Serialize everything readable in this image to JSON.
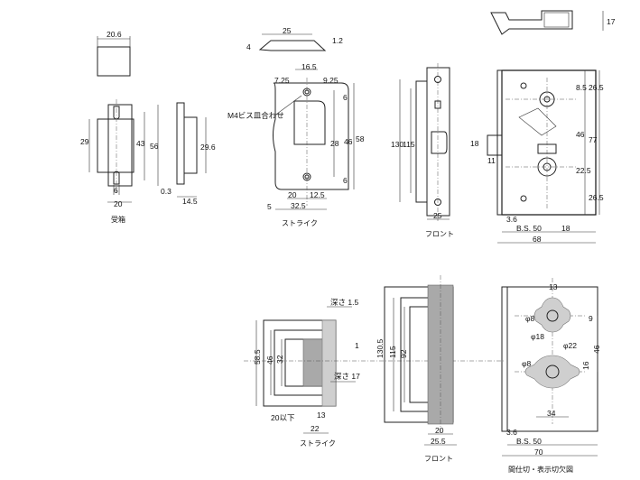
{
  "captions": {
    "strike_box": "受箱",
    "strike_top": "ストライク",
    "front_top": "フロント",
    "strike_bottom": "ストライク",
    "front_bottom": "フロント",
    "cutout": "間仕切・表示切欠図"
  },
  "notes": {
    "screw": "M4ビス皿合わせ",
    "depth_a": "深さ 1.5",
    "depth_b": "深さ 17",
    "max_20": "20以下"
  },
  "dims": {
    "d20_6": "20.6",
    "d29": "29",
    "d43": "43",
    "d56": "56",
    "d20a": "20",
    "d6a": "6",
    "d29_6": "29.6",
    "d0_3": "0.3",
    "d14_5": "14.5",
    "d25a": "25",
    "d4": "4",
    "d1_2": "1.2",
    "d16_5": "16.5",
    "d7_25": "7.25",
    "d9_25": "9.25",
    "d6b": "6",
    "d28": "28",
    "d46a": "46",
    "d58": "58",
    "d6c": "6",
    "d20b": "20",
    "d12_5": "12.5",
    "d32_5": "32.5",
    "d5": "5",
    "d130a": "130",
    "d115a": "115",
    "d25b": "25",
    "d17": "17",
    "d8_5": "8.5",
    "d26_5a": "26.5",
    "d46b": "46",
    "d77": "77",
    "d22_5": "22.5",
    "d26_5b": "26.5",
    "d18a": "18",
    "d11": "11",
    "d3_6a": "3.6",
    "d_bs50a": "B.S. 50",
    "d18b": "18",
    "d68": "68",
    "d58_5": "58.5",
    "d46c": "46",
    "d32": "32",
    "d1": "1",
    "d13a": "13",
    "d22": "22",
    "d130_5": "130.5",
    "d115b": "115",
    "d92": "92",
    "d20c": "20",
    "d25_5": "25.5",
    "d13b": "13",
    "phi8a": "φ8",
    "d9": "9",
    "phi18": "φ18",
    "phi22": "φ22",
    "d46d": "46",
    "d16": "16",
    "phi8b": "φ8",
    "d34": "34",
    "d3_6b": "3.6",
    "d_bs50b": "B.S. 50",
    "d70": "70"
  }
}
